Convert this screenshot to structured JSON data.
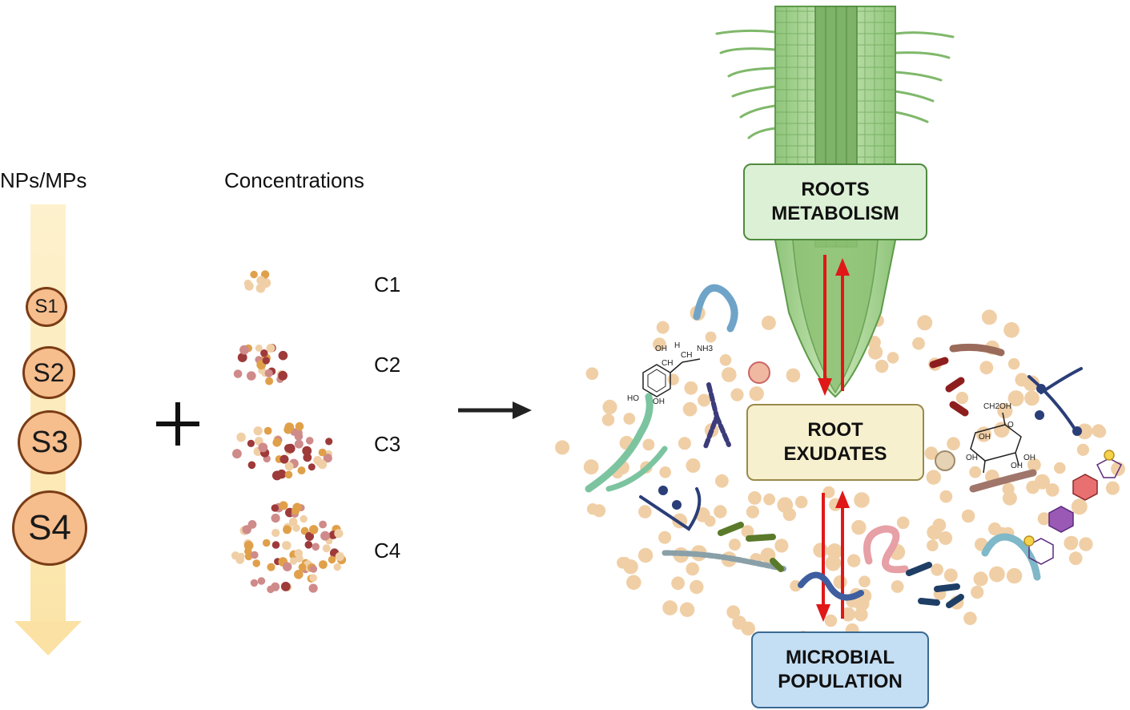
{
  "left_panel": {
    "title": "NPs/MPs",
    "sizes": [
      "S1",
      "S2",
      "S3",
      "S4"
    ]
  },
  "middle_panel": {
    "title": "Concentrations",
    "plus": "+",
    "levels": [
      "C1",
      "C2",
      "C3",
      "C4"
    ]
  },
  "right_panel": {
    "roots_metabolism": [
      "ROOTS",
      "METABOLISM"
    ],
    "root_exudates": [
      "ROOT",
      "EXUDATES"
    ],
    "microbial_population": [
      "MICROBIAL",
      "POPULATION"
    ],
    "molecule_labels": {
      "dopamine_oh1": "OH",
      "dopamine_h": "H",
      "dopamine_ch": "CH",
      "dopamine_ch2": "CH",
      "dopamine_nh3": "NH3",
      "dopamine_ho": "HO",
      "dopamine_oh2": "OH",
      "sugar_ch2oh": "CH2OH",
      "sugar_o": "O",
      "sugar_oh1": "OH",
      "sugar_oh2": "OH",
      "sugar_oh3": "OH",
      "sugar_oh4": "OH"
    }
  },
  "colors": {
    "particle_tan": "#f0cfa6",
    "particle_gold": "#e0a04a",
    "particle_red": "#9e3a3a",
    "particle_rose": "#cf8a8a",
    "arrow_red": "#e01818",
    "root_green": "#9ccf84",
    "box_green": "#dcf0d6",
    "box_yellow": "#f7f0cf",
    "box_blue": "#c4def3"
  }
}
